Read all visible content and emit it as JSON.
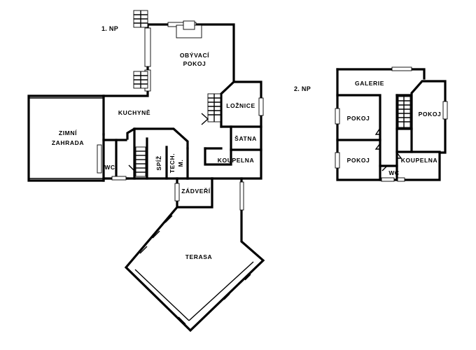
{
  "floors": {
    "ground": {
      "label": "1. NP",
      "rooms": {
        "obyvaci_line1": "OBÝVACÍ",
        "obyvaci_line2": "POKOJ",
        "kuchyne": "KUCHYNĚ",
        "zimni_line1": "ZIMNÍ",
        "zimni_line2": "ZAHRADA",
        "loznice": "LOŽNICE",
        "satna": "ŠATNA",
        "koupelna": "KOUPELNA",
        "wc": "WC",
        "spiz": "SPÍŽ",
        "tech_line1": "TECH.",
        "tech_line2": "M.",
        "zadveri": "ZÁDVEŘÍ",
        "terasa": "TERASA"
      }
    },
    "upper": {
      "label": "2. NP",
      "rooms": {
        "galerie": "GALERIE",
        "pokoj_left_top": "POKOJ",
        "pokoj_left_bottom": "POKOJ",
        "pokoj_right": "POKOJ",
        "koupelna": "KOUPELNA",
        "wc": "WC"
      }
    }
  }
}
